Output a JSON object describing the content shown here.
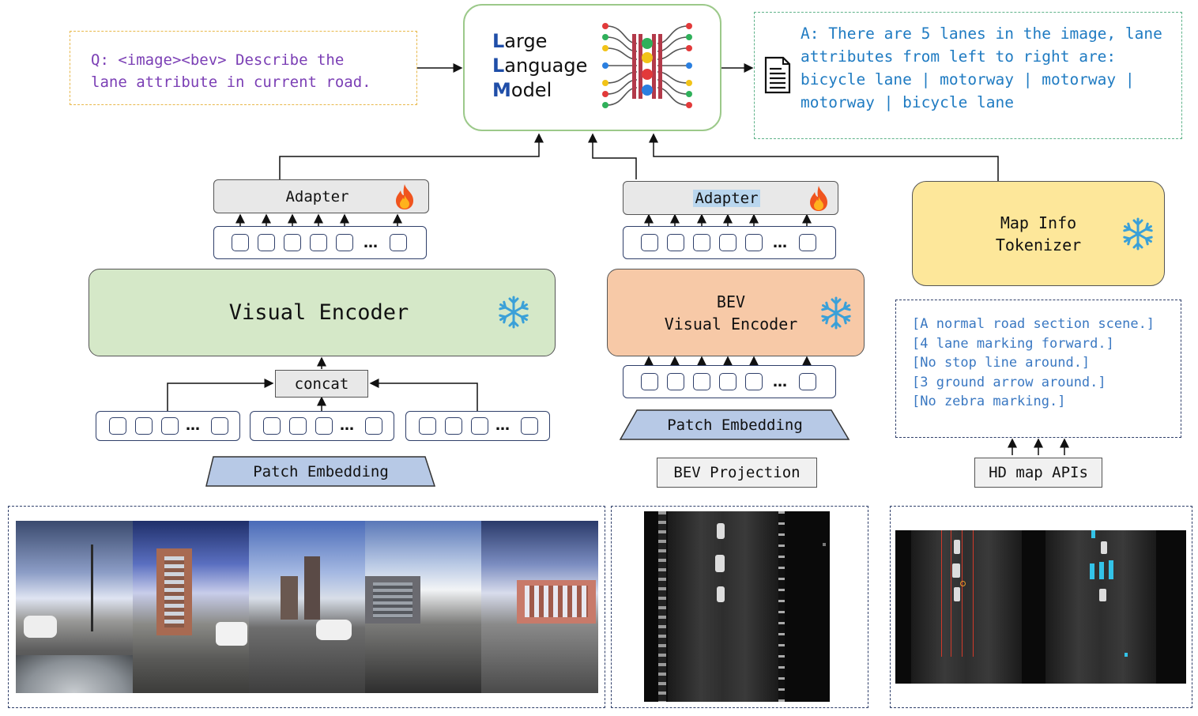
{
  "question": {
    "text": "Q: <image><bev> Describe the\nlane attribute in current road."
  },
  "llm": {
    "line1_first": "L",
    "line1_rest": "arge",
    "line2_first": "L",
    "line2_rest": "anguage",
    "line3_first": "M",
    "line3_rest": "odel"
  },
  "answer": {
    "text": "A: There are 5 lanes in the image, lane\nattributes from left to right are:\nbicycle lane | motorway | motorway |\nmotorway | bicycle lane"
  },
  "adapter_left": {
    "label": "Adapter"
  },
  "adapter_mid": {
    "label": "Adapter"
  },
  "map_tokenizer": {
    "label": "Map Info\nTokenizer"
  },
  "visual_encoder": {
    "label": "Visual Encoder"
  },
  "bev_encoder": {
    "label": "BEV\nVisual Encoder"
  },
  "concat": {
    "label": "concat"
  },
  "patch_left": {
    "label": "Patch Embedding"
  },
  "patch_mid": {
    "label": "Patch Embedding"
  },
  "bev_projection": {
    "label": "BEV Projection"
  },
  "hd_map": {
    "label": "HD map APIs"
  },
  "map_info": {
    "lines": [
      "[A normal road section scene.]",
      "[4 lane marking forward.]",
      "[No stop line around.]",
      "[3 ground arrow around.]",
      "[No zebra marking.]"
    ]
  },
  "colors": {
    "question": "#7b3fb5",
    "answer": "#1f7bc2",
    "map_text": "#3a78c2",
    "visual_encoder": "#d5e8c8",
    "bev_encoder": "#f7c9a7",
    "tokenizer": "#fde79a",
    "patch": "#b7c9e6",
    "snow": "#3aa0d8"
  }
}
